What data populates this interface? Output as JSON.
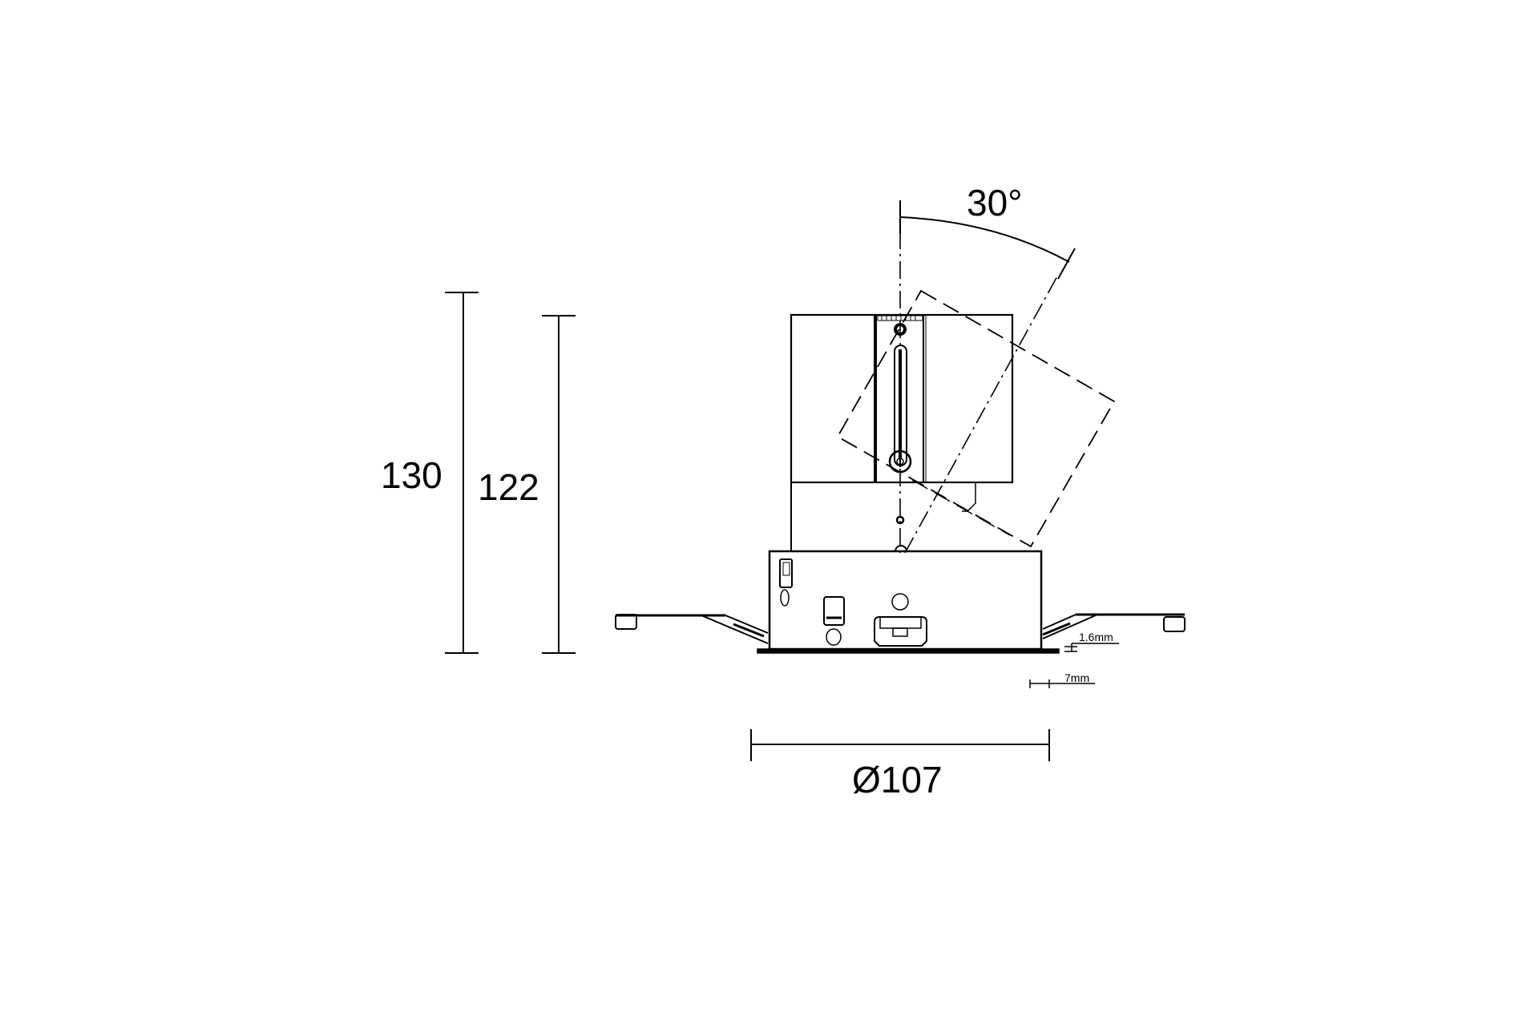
{
  "drawing": {
    "type": "technical dimension drawing",
    "subject": "adjustable recessed downlight (side view)",
    "line_color": "#000000",
    "background": "#ffffff"
  },
  "dimensions": {
    "tilt_angle": "30°",
    "overall_height": "130",
    "body_height": "122",
    "diameter": "Ø107",
    "flange_thickness": "1.6mm",
    "flange_width": "7mm"
  }
}
